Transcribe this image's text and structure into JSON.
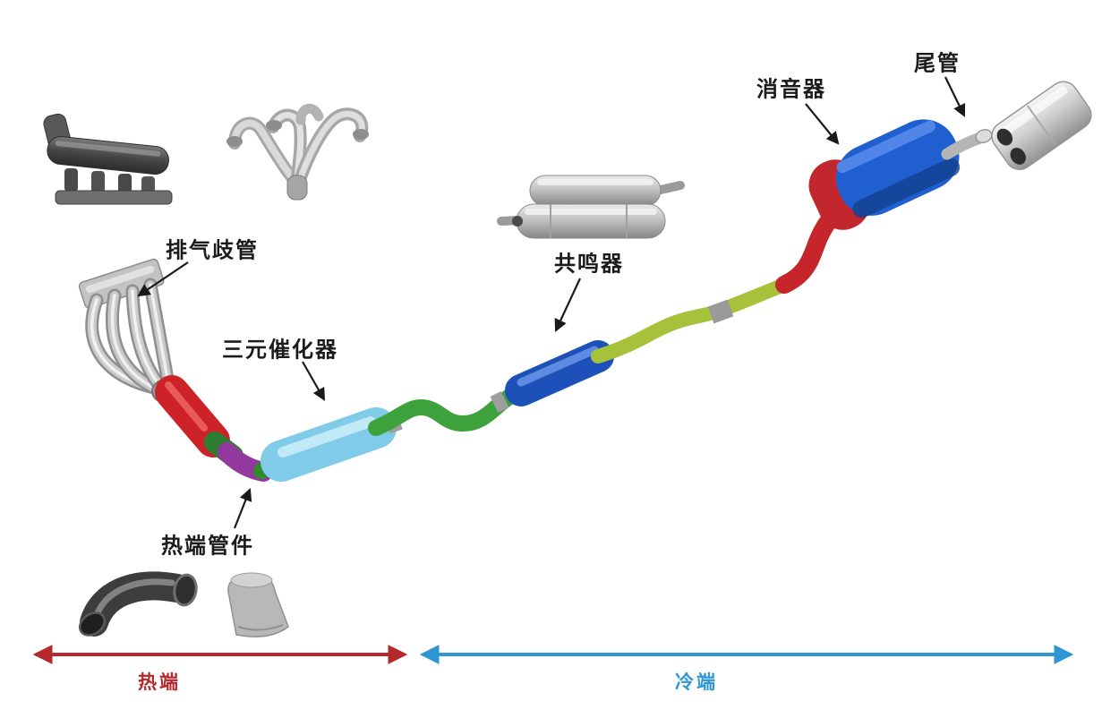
{
  "figure": {
    "type": "diagram",
    "subject": "automobile-exhaust-system-components",
    "labels": {
      "exhaust_manifold": "排气歧管",
      "catalytic_converter": "三元催化器",
      "hot_end_pipe_parts": "热端管件",
      "resonator": "共鸣器",
      "muffler": "消音器",
      "tail_pipe": "尾管"
    },
    "zones": {
      "hot_end": "热端",
      "cold_end": "冷端"
    },
    "colors": {
      "hot_zone_arrow": "#b5282c",
      "cold_zone_arrow": "#2f96d3",
      "front_pipe_red": "#cd2328",
      "joint_green": "#2e7d32",
      "flex_purple": "#93389d",
      "catalytic_converter_body": "#7fcbe8",
      "mid_pipe_green": "#3da23c",
      "resonator_body": "#1d50b8",
      "rear_pipe_yellow_green": "#a6c23b",
      "muffler_inlet_red": "#c2272d",
      "muffler_body": "#1f5fd0"
    }
  }
}
